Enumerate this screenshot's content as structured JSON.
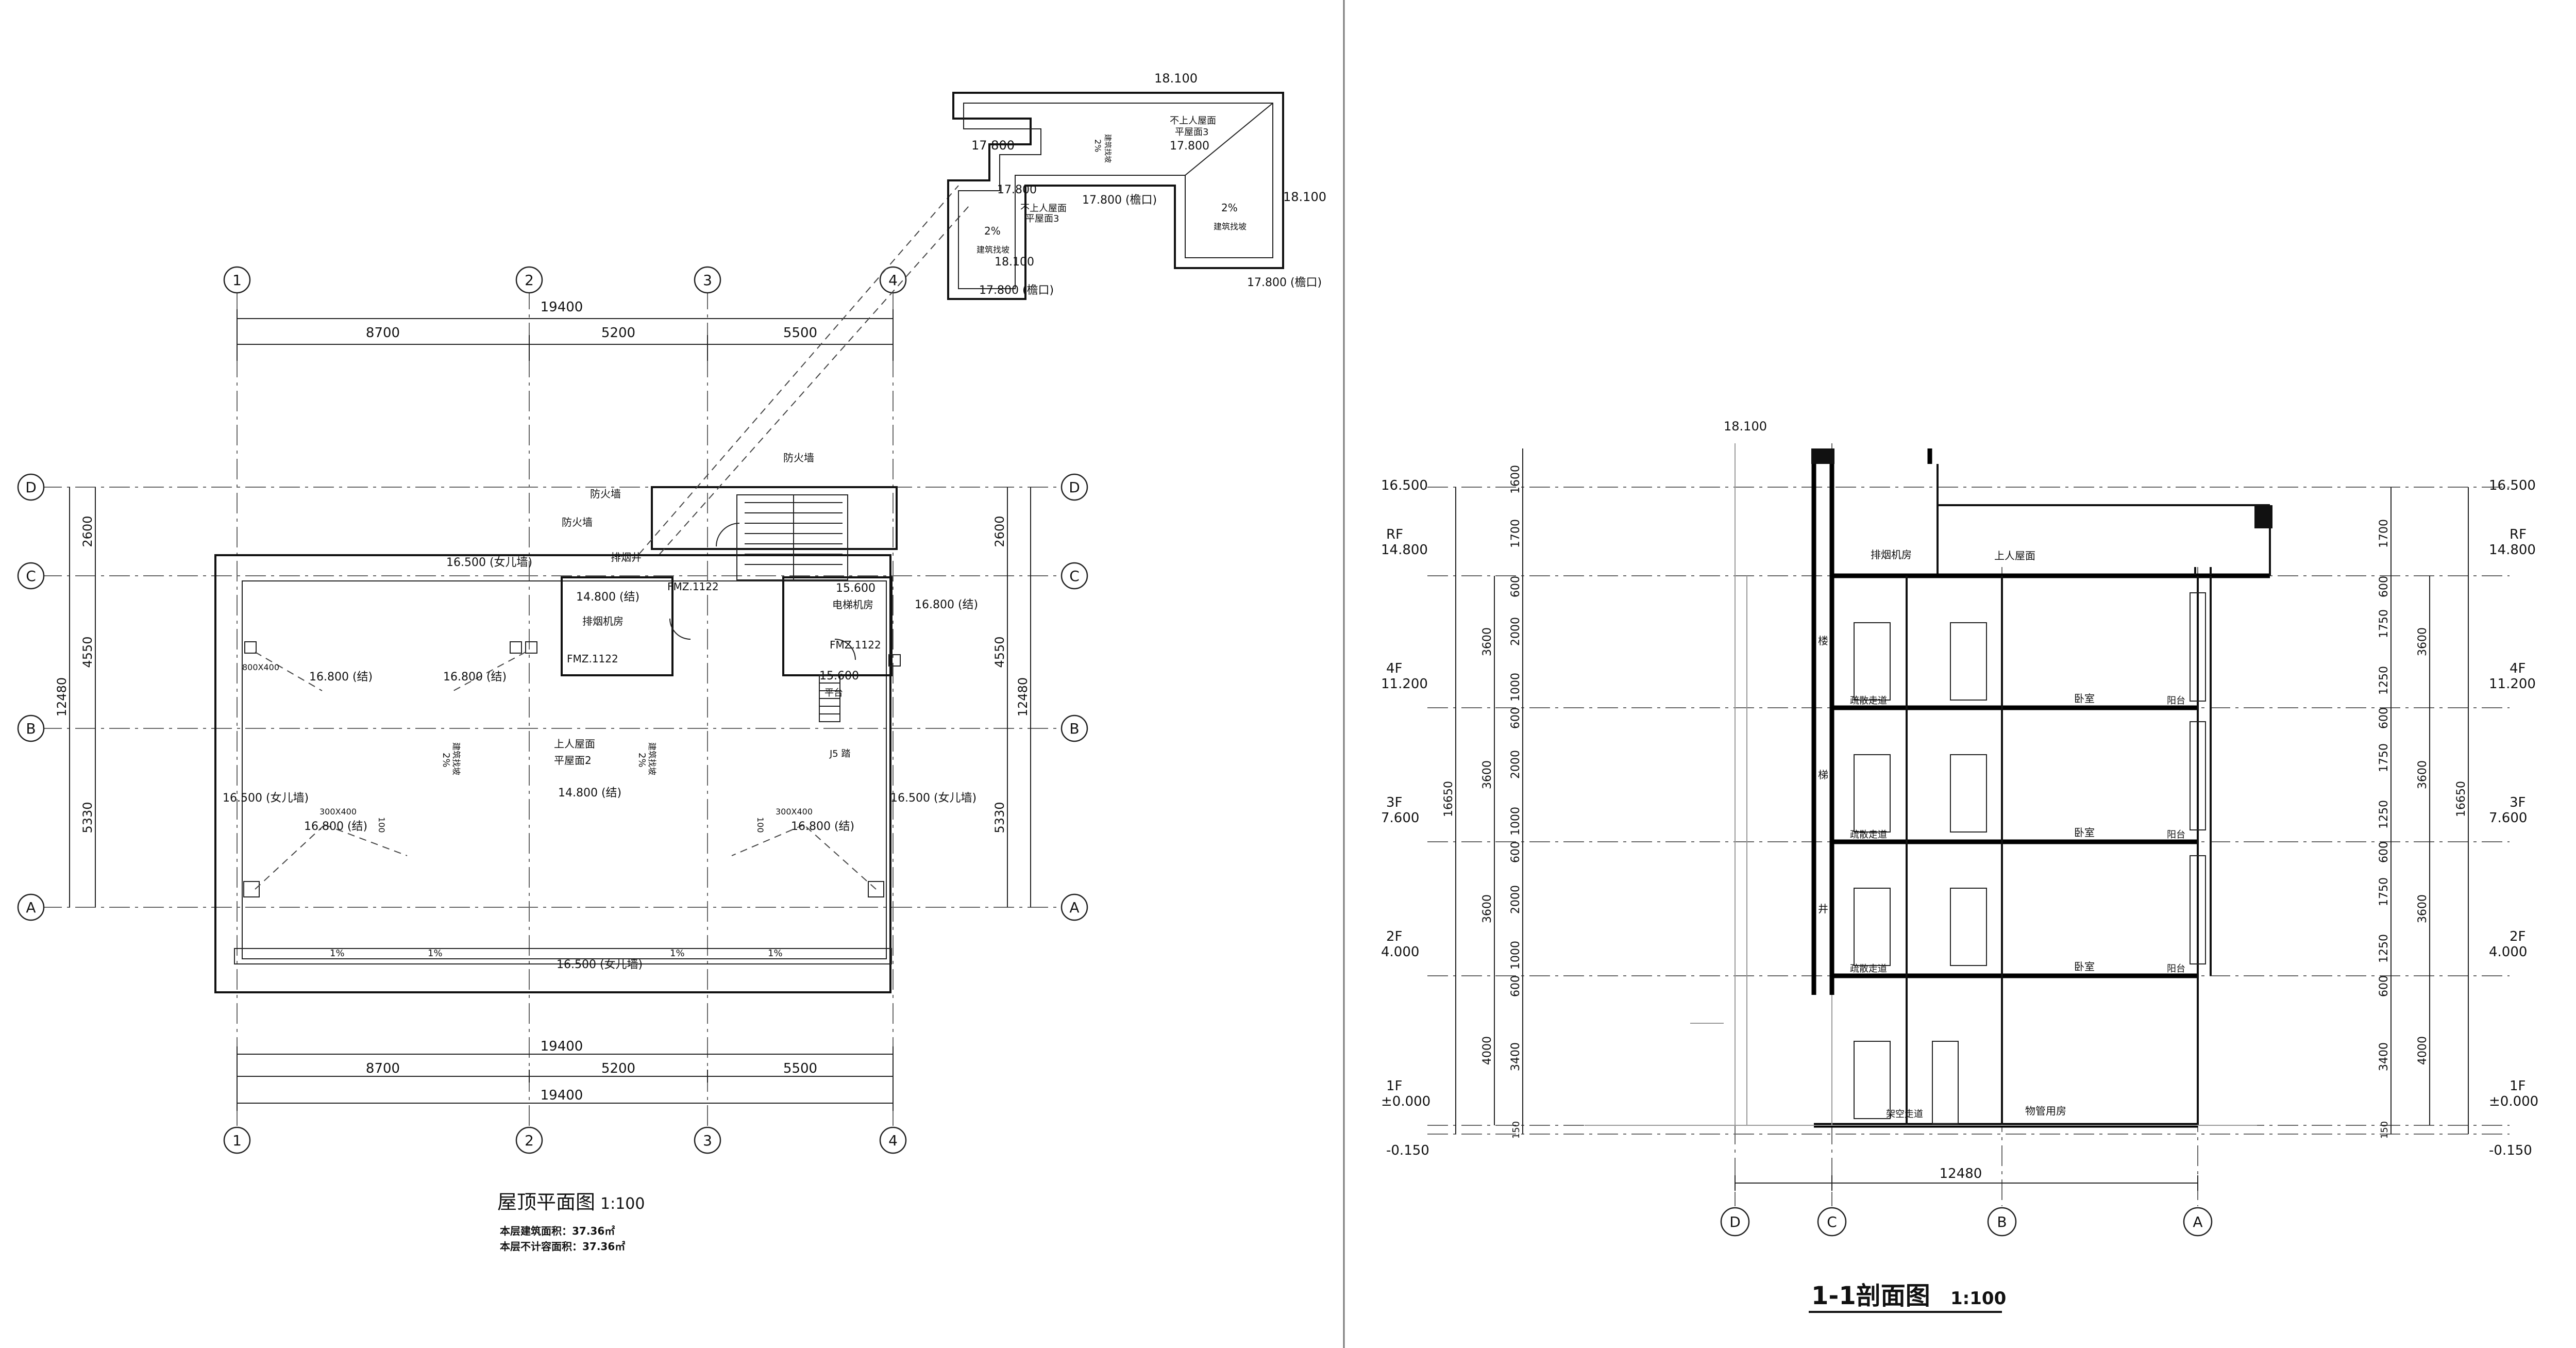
{
  "plan": {
    "title": "屋顶平面图",
    "scale": "1:100",
    "note_area": "本层建筑面积：37.36㎡",
    "note_excluded": "本层不计容面积：37.36㎡",
    "axes_x": [
      "1",
      "2",
      "3",
      "4"
    ],
    "axes_y": [
      "D",
      "C",
      "B",
      "A"
    ],
    "dims_top_total": "19400",
    "dims_top_segments": [
      "8700",
      "5200",
      "5500"
    ],
    "dims_bottom_segments": [
      "8700",
      "5200",
      "5500"
    ],
    "dims_bottom_total": "19400",
    "dims_left_segments": [
      "2600",
      "4550",
      "5330"
    ],
    "dims_left_total": "12480",
    "dims_right_segments": [
      "2600",
      "4550",
      "5330"
    ],
    "dims_right_total": "12480",
    "labels": {
      "parapet_top": "16.500 (女儿墙)",
      "parapet_left": "16.500 (女儿墙)",
      "parapet_right": "16.500 (女儿墙)",
      "parapet_bottom": "16.500 (女儿墙)",
      "firewall1": "防火墙",
      "firewall2": "防火墙",
      "firewall3": "防火墙",
      "smoke_shaft": "排烟井",
      "fan_elev": "14.800 (结)",
      "fan_room": "排烟机房",
      "door1": "FMZ.1122",
      "door2": "FMZ.1122",
      "door3": "FMZ.1122",
      "elev_machine_elev": "15.600",
      "elev_machine": "电梯机房",
      "elev_168": "16.800 (结)",
      "landing_elev": "15.600",
      "landing": "平台",
      "step_count": "J5 踏",
      "s1": "16.800 (结)",
      "s2": "16.800 (结)",
      "s3": "16.800 (结)",
      "s4": "16.800 (结)",
      "roof_note": "上人屋面",
      "roof_note2": "平屋面2",
      "roof_elev": "14.800 (结)",
      "slope1": "2%",
      "slope2": "2%",
      "slope_text": "建筑找坡",
      "slope_text2": "建筑找坡",
      "drain_small": "800X400",
      "opening1": "300X400",
      "opening2": "300X400",
      "size1": "100",
      "size2": "100",
      "gutter1": "1%",
      "gutter2": "1%",
      "gutter3": "1%",
      "gutter4": "1%"
    }
  },
  "detail": {
    "e1": "18.100",
    "e2": "17.800",
    "e3": "17.800",
    "e4": "17.800 (檐口)",
    "e5": "18.100",
    "e6": "18.100",
    "e7": "17.800 (檐口)",
    "e8": "17.800 (檐口)",
    "note1": "不上人屋面",
    "note1b": "平屋面3",
    "note2": "不上人屋面",
    "note2b": "平屋面3",
    "slope1": "2%",
    "slope2": "2%",
    "slope3": "2%",
    "slope_text": "建筑找坡",
    "slope_text2": "建筑找坡",
    "slope_text3": "建筑找坡"
  },
  "section": {
    "title": "1-1剖面图",
    "scale": "1:100",
    "axes": [
      "D",
      "C",
      "B",
      "A"
    ],
    "width_dim": "12480",
    "top_elev": "18.100",
    "levels_left": [
      {
        "name": "",
        "elev": "16.500"
      },
      {
        "name": "RF",
        "elev": "14.800"
      },
      {
        "name": "4F",
        "elev": "11.200"
      },
      {
        "name": "3F",
        "elev": "7.600"
      },
      {
        "name": "2F",
        "elev": "4.000"
      },
      {
        "name": "1F",
        "elev": "±0.000"
      },
      {
        "name": "",
        "elev": "-0.150"
      }
    ],
    "levels_right": [
      {
        "name": "",
        "elev": "16.500"
      },
      {
        "name": "RF",
        "elev": "14.800"
      },
      {
        "name": "4F",
        "elev": "11.200"
      },
      {
        "name": "3F",
        "elev": "7.600"
      },
      {
        "name": "2F",
        "elev": "4.000"
      },
      {
        "name": "1F",
        "elev": "±0.000"
      },
      {
        "name": "",
        "elev": "-0.150"
      }
    ],
    "dims_left_inner": [
      "1600",
      "1700",
      "600",
      "2000",
      "1000",
      "600",
      "2000",
      "1000",
      "600",
      "2000",
      "1000",
      "600",
      "3400",
      "150"
    ],
    "dims_left_outer": [
      "3600",
      "3600",
      "3600",
      "4000"
    ],
    "dims_left_total": "16650",
    "dims_right_inner": [
      "1700",
      "600",
      "1750",
      "1250",
      "600",
      "1750",
      "1250",
      "600",
      "1750",
      "1250",
      "600",
      "3400",
      "150"
    ],
    "dims_right_outer": [
      "3600",
      "3600",
      "3600",
      "4000"
    ],
    "dims_right_total": "16650",
    "rooms": {
      "smoke_room": "排烟机房",
      "roof": "上人屋面",
      "stair_label1": "楼",
      "stair_label2": "梯",
      "stair_label3": "井",
      "corridor4": "疏散走道",
      "bedroom4": "卧室",
      "balcony4": "阳台",
      "corridor3": "疏散走道",
      "bedroom3": "卧室",
      "balcony3": "阳台",
      "corridor2": "疏散走道",
      "bedroom2": "卧室",
      "balcony2": "阳台",
      "corridor1": "架空走道",
      "storage1": "物管用房"
    }
  }
}
